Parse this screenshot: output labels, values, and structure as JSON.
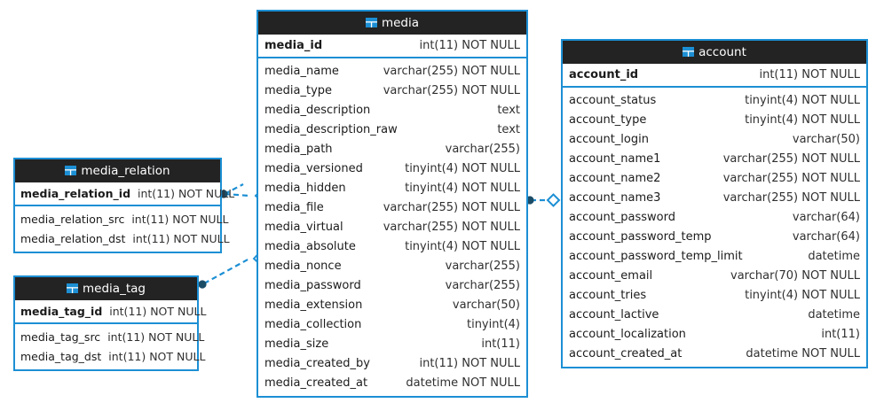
{
  "diagram": {
    "kind": "database-er-diagram",
    "colors": {
      "accent": "#1c8fd4",
      "header_bg": "#232323",
      "header_text": "#ffffff",
      "body_bg": "#ffffff",
      "field_text": "#1b1b1b",
      "type_text": "#303030",
      "canvas_bg": "#ffffff"
    }
  },
  "tables": [
    {
      "id": "media",
      "name": "media",
      "icon": "table-icon",
      "primary_key": {
        "name": "media_id",
        "type": "int(11) NOT NULL"
      },
      "fields": [
        {
          "name": "media_name",
          "type": "varchar(255) NOT NULL"
        },
        {
          "name": "media_type",
          "type": "varchar(255) NOT NULL"
        },
        {
          "name": "media_description",
          "type": "text"
        },
        {
          "name": "media_description_raw",
          "type": "text"
        },
        {
          "name": "media_path",
          "type": "varchar(255)"
        },
        {
          "name": "media_versioned",
          "type": "tinyint(4) NOT NULL"
        },
        {
          "name": "media_hidden",
          "type": "tinyint(4) NOT NULL"
        },
        {
          "name": "media_file",
          "type": "varchar(255) NOT NULL"
        },
        {
          "name": "media_virtual",
          "type": "varchar(255) NOT NULL"
        },
        {
          "name": "media_absolute",
          "type": "tinyint(4) NOT NULL"
        },
        {
          "name": "media_nonce",
          "type": "varchar(255)"
        },
        {
          "name": "media_password",
          "type": "varchar(255)"
        },
        {
          "name": "media_extension",
          "type": "varchar(50)"
        },
        {
          "name": "media_collection",
          "type": "tinyint(4)"
        },
        {
          "name": "media_size",
          "type": "int(11)"
        },
        {
          "name": "media_created_by",
          "type": "int(11) NOT NULL"
        },
        {
          "name": "media_created_at",
          "type": "datetime NOT NULL"
        }
      ]
    },
    {
      "id": "account",
      "name": "account",
      "icon": "table-icon",
      "primary_key": {
        "name": "account_id",
        "type": "int(11) NOT NULL"
      },
      "fields": [
        {
          "name": "account_status",
          "type": "tinyint(4) NOT NULL"
        },
        {
          "name": "account_type",
          "type": "tinyint(4) NOT NULL"
        },
        {
          "name": "account_login",
          "type": "varchar(50)"
        },
        {
          "name": "account_name1",
          "type": "varchar(255) NOT NULL"
        },
        {
          "name": "account_name2",
          "type": "varchar(255) NOT NULL"
        },
        {
          "name": "account_name3",
          "type": "varchar(255) NOT NULL"
        },
        {
          "name": "account_password",
          "type": "varchar(64)"
        },
        {
          "name": "account_password_temp",
          "type": "varchar(64)"
        },
        {
          "name": "account_password_temp_limit",
          "type": "datetime"
        },
        {
          "name": "account_email",
          "type": "varchar(70) NOT NULL"
        },
        {
          "name": "account_tries",
          "type": "tinyint(4) NOT NULL"
        },
        {
          "name": "account_lactive",
          "type": "datetime"
        },
        {
          "name": "account_localization",
          "type": "int(11)"
        },
        {
          "name": "account_created_at",
          "type": "datetime NOT NULL"
        }
      ]
    },
    {
      "id": "media_relation",
      "name": "media_relation",
      "icon": "table-icon",
      "primary_key": {
        "name": "media_relation_id",
        "type": "int(11) NOT NULL"
      },
      "fields": [
        {
          "name": "media_relation_src",
          "type": "int(11) NOT NULL"
        },
        {
          "name": "media_relation_dst",
          "type": "int(11) NOT NULL"
        }
      ]
    },
    {
      "id": "media_tag",
      "name": "media_tag",
      "icon": "table-icon",
      "primary_key": {
        "name": "media_tag_id",
        "type": "int(11) NOT NULL"
      },
      "fields": [
        {
          "name": "media_tag_src",
          "type": "int(11) NOT NULL"
        },
        {
          "name": "media_tag_dst",
          "type": "int(11) NOT NULL"
        }
      ]
    }
  ],
  "relations": [
    {
      "id": "rel-mediarel-media-a",
      "from": "media_relation",
      "to": "media",
      "style": "dashed",
      "source_marker": "filled-circle",
      "target_marker": "diamond"
    },
    {
      "id": "rel-mediarel-media-b",
      "from": "media_relation",
      "to": "media",
      "style": "dashed",
      "source_marker": "filled-circle",
      "target_marker": "none"
    },
    {
      "id": "rel-mediatag-media",
      "from": "media_tag",
      "to": "media",
      "style": "dashed",
      "source_marker": "filled-circle",
      "target_marker": "diamond"
    },
    {
      "id": "rel-media-account",
      "from": "media",
      "to": "account",
      "style": "dashed",
      "source_marker": "filled-circle",
      "target_marker": "diamond"
    }
  ]
}
